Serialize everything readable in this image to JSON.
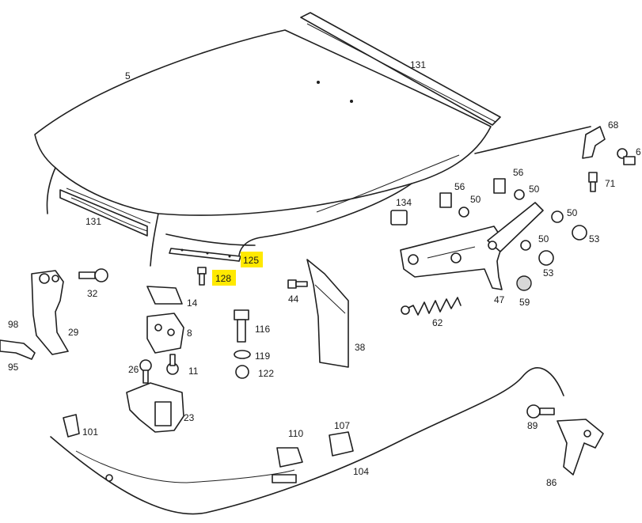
{
  "diagram": {
    "highlight_color": "#ffe900",
    "labels": {
      "p5": "5",
      "p131a": "131",
      "p131b": "131",
      "p68": "68",
      "p6x": "6",
      "p71": "71",
      "p56a": "56",
      "p56b": "56",
      "p50a": "50",
      "p50b": "50",
      "p50c": "50",
      "p50d": "50",
      "p134": "134",
      "p53a": "53",
      "p53b": "53",
      "p125": "125",
      "p128": "128",
      "p32": "32",
      "p14": "14",
      "p8": "8",
      "p116": "116",
      "p119": "119",
      "p122": "122",
      "p44": "44",
      "p38": "38",
      "p47": "47",
      "p59": "59",
      "p62": "62",
      "p98": "98",
      "p29": "29",
      "p95": "95",
      "p26": "26",
      "p11": "11",
      "p23": "23",
      "p101": "101",
      "p110": "110",
      "p107": "107",
      "p104": "104",
      "p89": "89",
      "p86": "86"
    }
  }
}
